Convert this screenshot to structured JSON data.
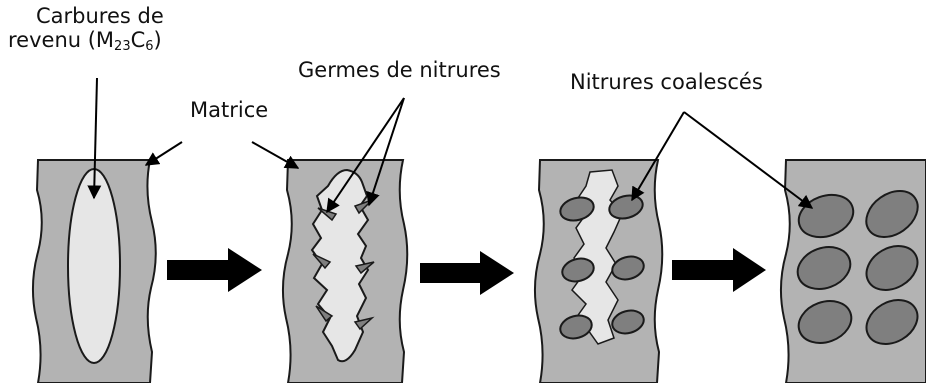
{
  "labels": {
    "carbures_line1": "Carbures de",
    "carbures_line2_prefix": "revenu (M",
    "carbures_sub1": "23",
    "carbures_mid": "C",
    "carbures_sub2": "6",
    "carbures_suffix": ")",
    "matrice": "Matrice",
    "germes": "Germes de nitrures",
    "nitrures_coalesces": "Nitrures coalescés"
  },
  "colors": {
    "matrix_fill": "#b3b3b3",
    "carbide_fill": "#e6e6e6",
    "nitride_fill": "#7f7f7f",
    "outline": "#1a1a1a",
    "arrow": "#000000"
  },
  "stages": [
    {
      "name": "stage-1-carbide"
    },
    {
      "name": "stage-2-nitride-nuclei"
    },
    {
      "name": "stage-3-coalesced-nitrides"
    },
    {
      "name": "stage-4-final-nitrides"
    }
  ]
}
